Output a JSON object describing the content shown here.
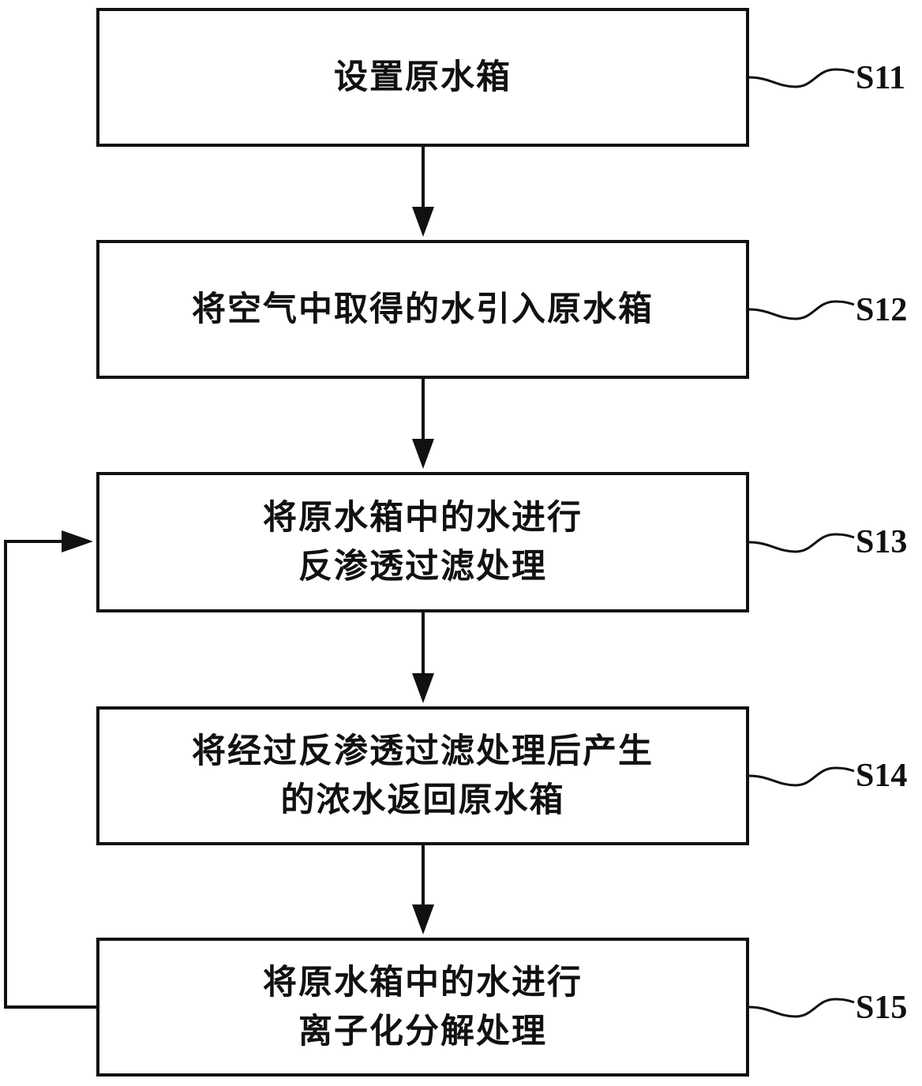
{
  "steps": [
    {
      "id": "S11",
      "lines": [
        "设置原水箱"
      ]
    },
    {
      "id": "S12",
      "lines": [
        "将空气中取得的水引入原水箱"
      ]
    },
    {
      "id": "S13",
      "lines": [
        "将原水箱中的水进行",
        "反渗透过滤处理"
      ]
    },
    {
      "id": "S14",
      "lines": [
        "将经过反渗透过滤处理后产生",
        "的浓水返回原水箱"
      ]
    },
    {
      "id": "S15",
      "lines": [
        "将原水箱中的水进行",
        "离子化分解处理"
      ]
    }
  ],
  "flow": {
    "sequence": [
      "S11",
      "S12",
      "S13",
      "S14",
      "S15"
    ],
    "loop_back": {
      "from": "S15",
      "to": "S13"
    }
  },
  "colors": {
    "stroke": "#111111",
    "background": "#ffffff"
  }
}
